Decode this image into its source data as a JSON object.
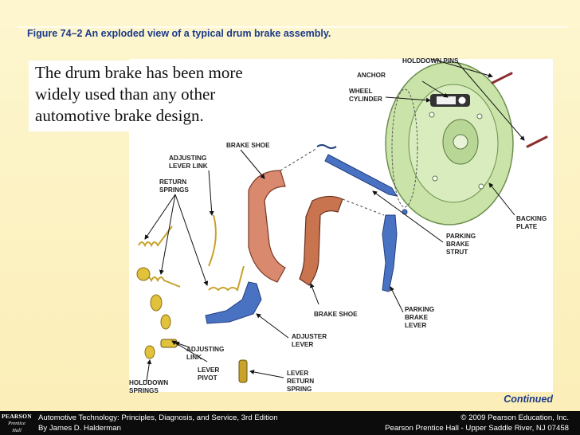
{
  "figure": {
    "title": "Figure 74–2  An exploded view of a typical drum brake assembly.",
    "body_text_lines": [
      "The drum brake has been more",
      "widely used than any other",
      "automotive brake design."
    ],
    "callouts": {
      "holddown_pins": "HOLDDOWN PINS",
      "anchor": "ANCHOR",
      "wheel_cylinder_1": "WHEEL",
      "wheel_cylinder_2": "CYLINDER",
      "brake_shoe_top": "BRAKE SHOE",
      "adjusting_lever_link_1": "ADJUSTING",
      "adjusting_lever_link_2": "LEVER LINK",
      "return_springs_1": "RETURN",
      "return_springs_2": "SPRINGS",
      "backing_plate_1": "BACKING",
      "backing_plate_2": "PLATE",
      "parking_brake_strut_1": "PARKING",
      "parking_brake_strut_2": "BRAKE",
      "parking_brake_strut_3": "STRUT",
      "brake_shoe_bottom": "BRAKE SHOE",
      "parking_brake_lever_1": "PARKING",
      "parking_brake_lever_2": "BRAKE",
      "parking_brake_lever_3": "LEVER",
      "adjuster_lever_1": "ADJUSTER",
      "adjuster_lever_2": "LEVER",
      "adjusting_link_1": "ADJUSTING",
      "adjusting_link_2": "LINK",
      "lever_pivot_1": "LEVER",
      "lever_pivot_2": "PIVOT",
      "lever_return_spring_1": "LEVER",
      "lever_return_spring_2": "RETURN",
      "lever_return_spring_3": "SPRING",
      "holddown_springs_1": "HOLDDOWN",
      "holddown_springs_2": "SPRINGS"
    }
  },
  "continued": "Continued",
  "footer": {
    "logo_line1": "PEARSON",
    "logo_line2": "Prentice",
    "logo_line3": "Hall",
    "left_line1": "Automotive Technology: Principles, Diagnosis, and Service, 3rd Edition",
    "left_line2": "By James D. Halderman",
    "right_line1": "© 2009 Pearson Education, Inc.",
    "right_line2": "Pearson Prentice Hall - Upper Saddle River, NJ 07458"
  },
  "colors": {
    "title_blue": "#1b3a8a",
    "backing_plate_green": "#c9e3a8",
    "shoe_red": "#d98a6e",
    "lever_blue": "#4a72c2",
    "spring_yellow": "#e2c23a"
  }
}
